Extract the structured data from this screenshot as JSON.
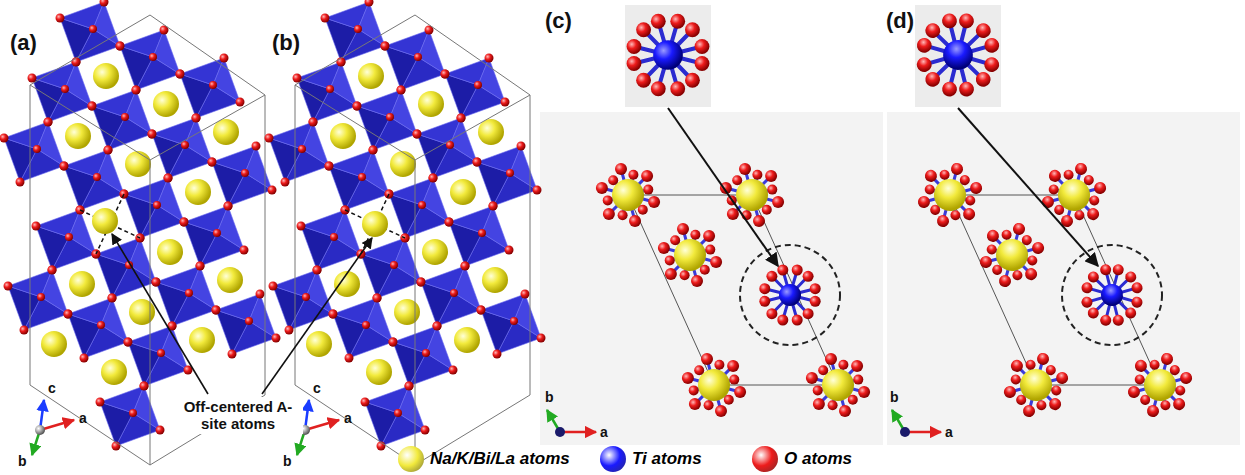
{
  "diagram": {
    "labels": [
      "(a)",
      "c",
      "a",
      "b",
      "Off-centered A-site atoms",
      "(b)",
      "c",
      "a",
      "b",
      "(c)",
      "b",
      "a",
      "(d)",
      "b",
      "a"
    ],
    "legend": [
      {
        "text": "Na/K/Bi/La atoms",
        "color": "#f2ea3c"
      },
      {
        "text": "Ti atoms",
        "color": "#1a1aff"
      },
      {
        "text": "O atoms",
        "color": "#ee1c1c"
      }
    ]
  }
}
